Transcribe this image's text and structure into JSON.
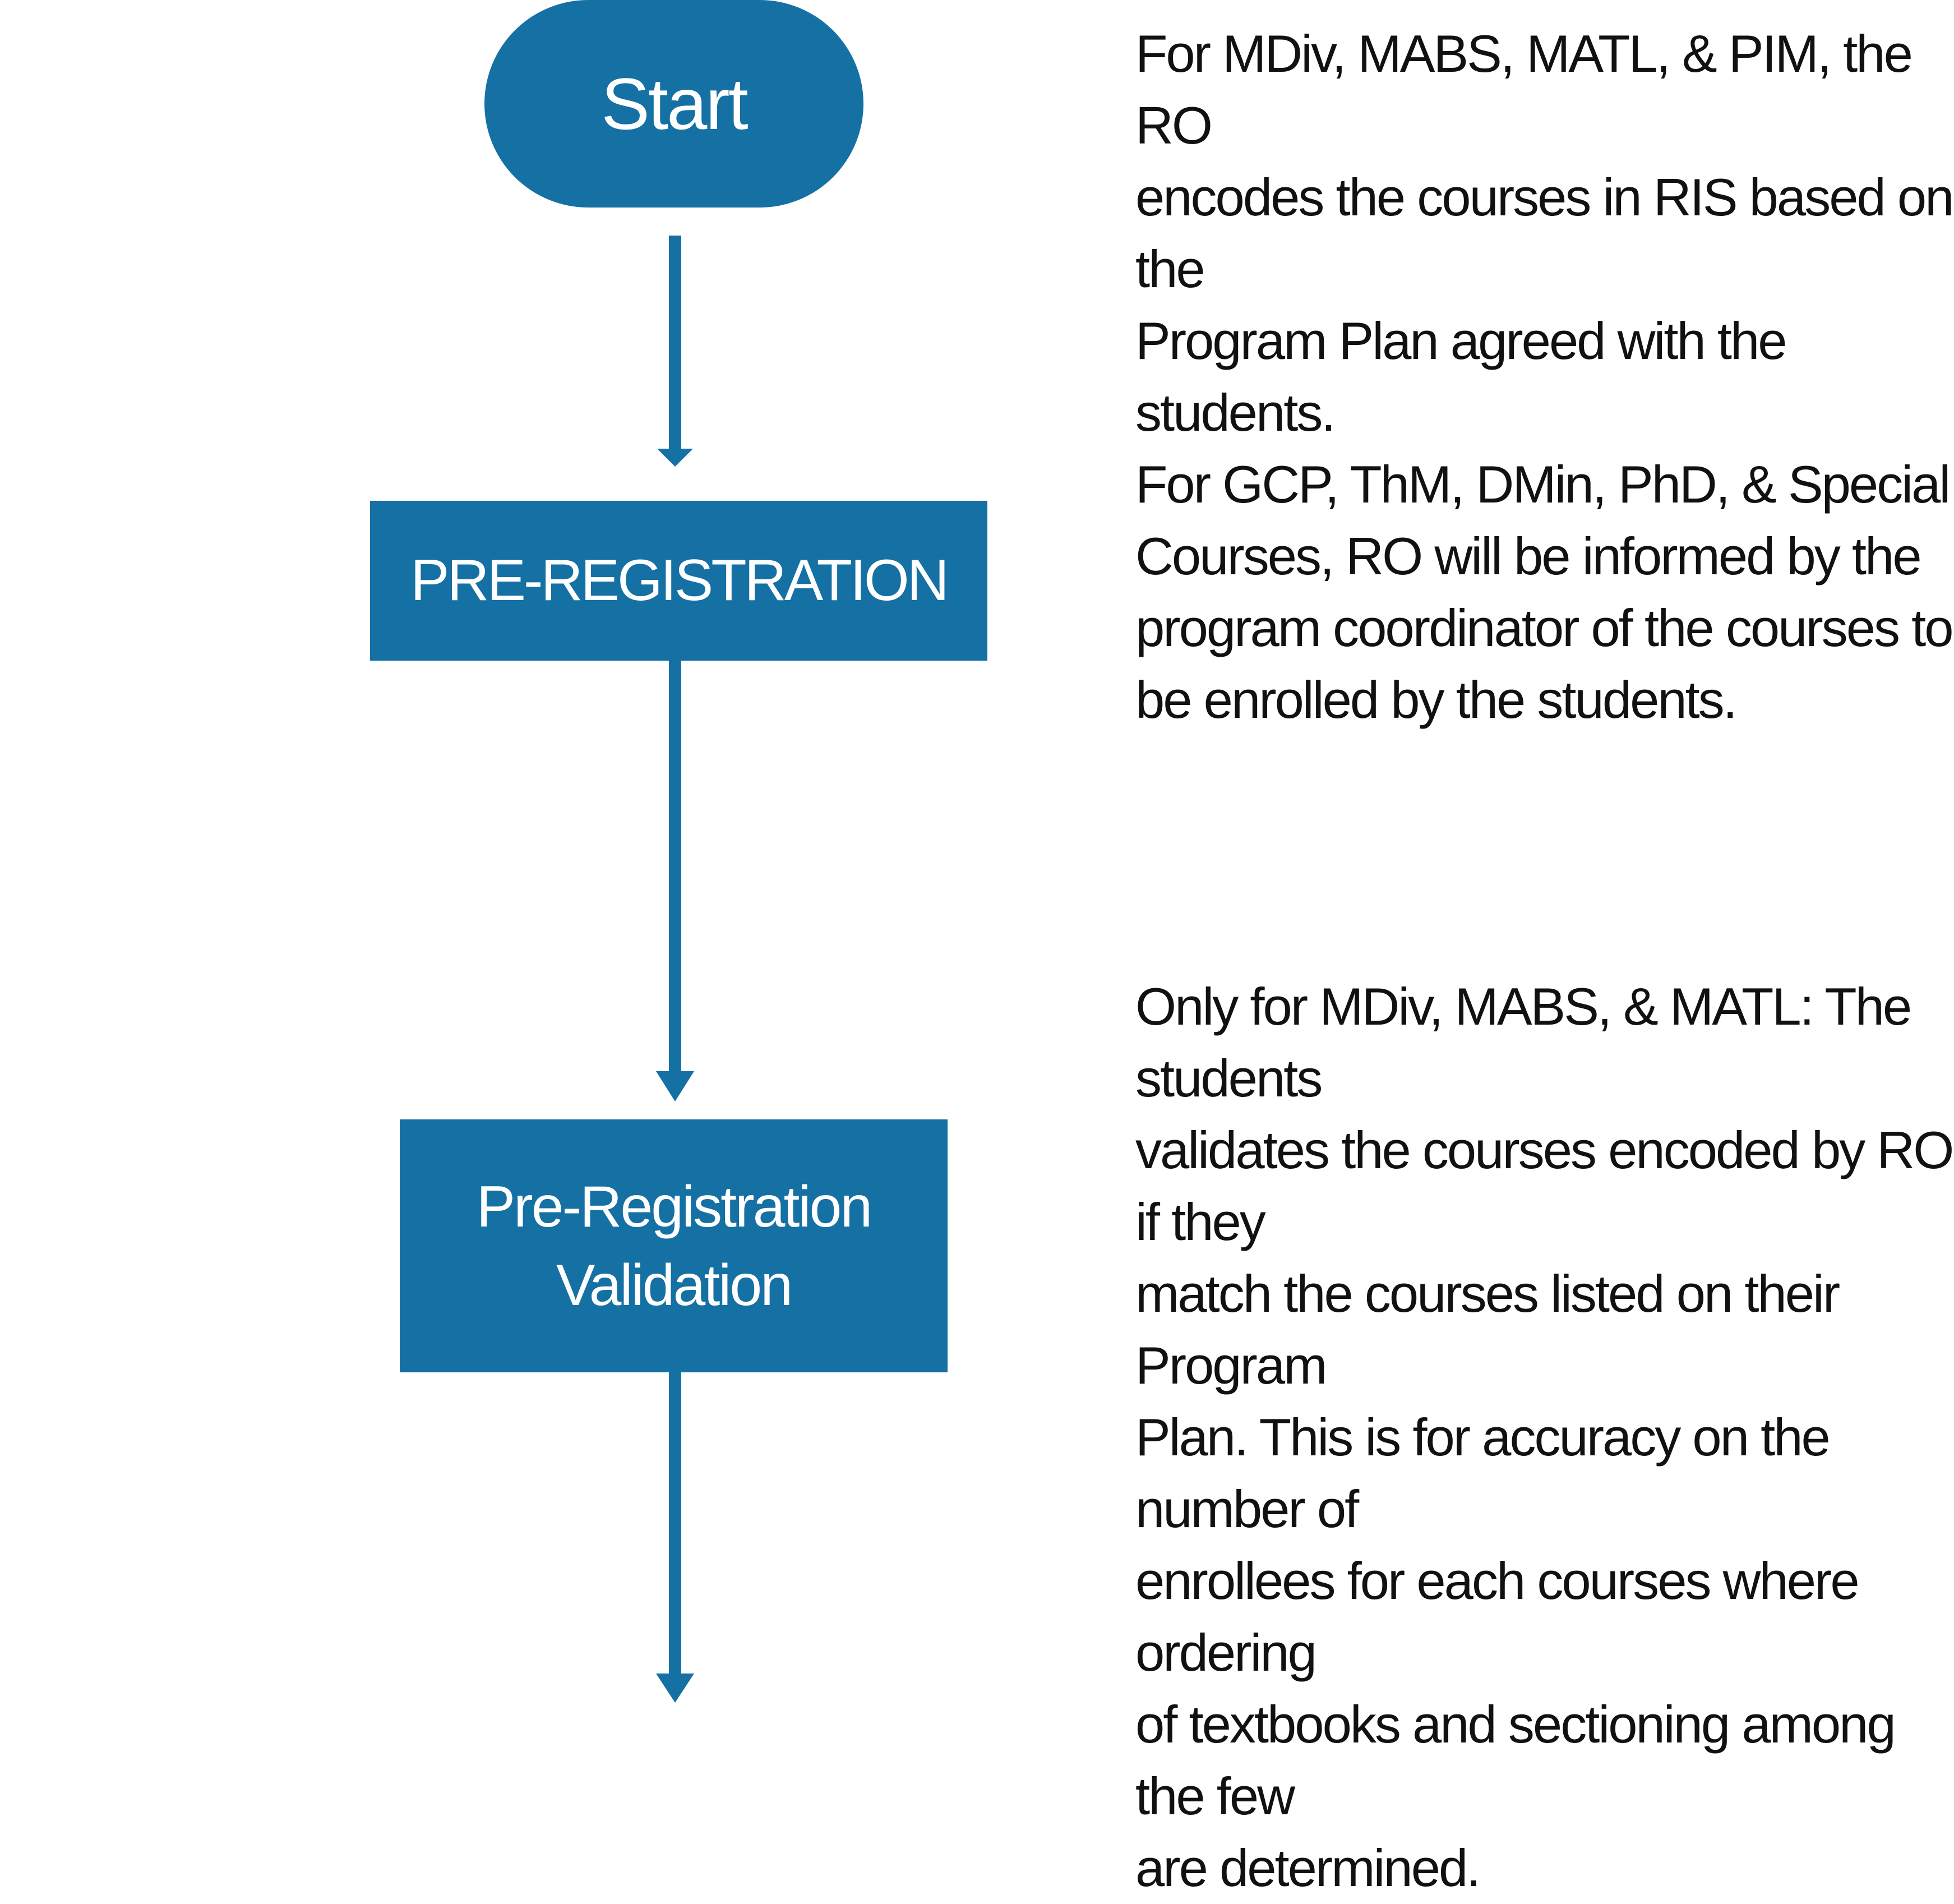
{
  "flowchart": {
    "start": {
      "label": "Start"
    },
    "steps": [
      {
        "label": "PRE-REGISTRATION"
      },
      {
        "line1": "Pre-Registration",
        "line2": "Validation"
      }
    ],
    "notes": [
      {
        "text": "For MDiv, MABS, MATL, & PIM, the RO\nencodes the courses in RIS based on the\nProgram Plan agreed with the students.\nFor GCP, ThM, DMin, PhD, & Special\nCourses, RO will be informed by the\nprogram coordinator of the courses to\nbe enrolled by the students."
      },
      {
        "text": "Only for MDiv, MABS, & MATL: The students\nvalidates the courses encoded by RO if they\nmatch the courses listed on their Program\nPlan. This is for accuracy on the number of\nenrollees for each courses where ordering\nof textbooks and sectioning among the few\nare determined."
      }
    ]
  },
  "colors": {
    "shape_fill": "#1570a4",
    "shape_text": "#ffffff",
    "arrow": "#1570a4",
    "note_text": "#111111"
  },
  "icons": {
    "arrow_head": "triangle-down"
  }
}
